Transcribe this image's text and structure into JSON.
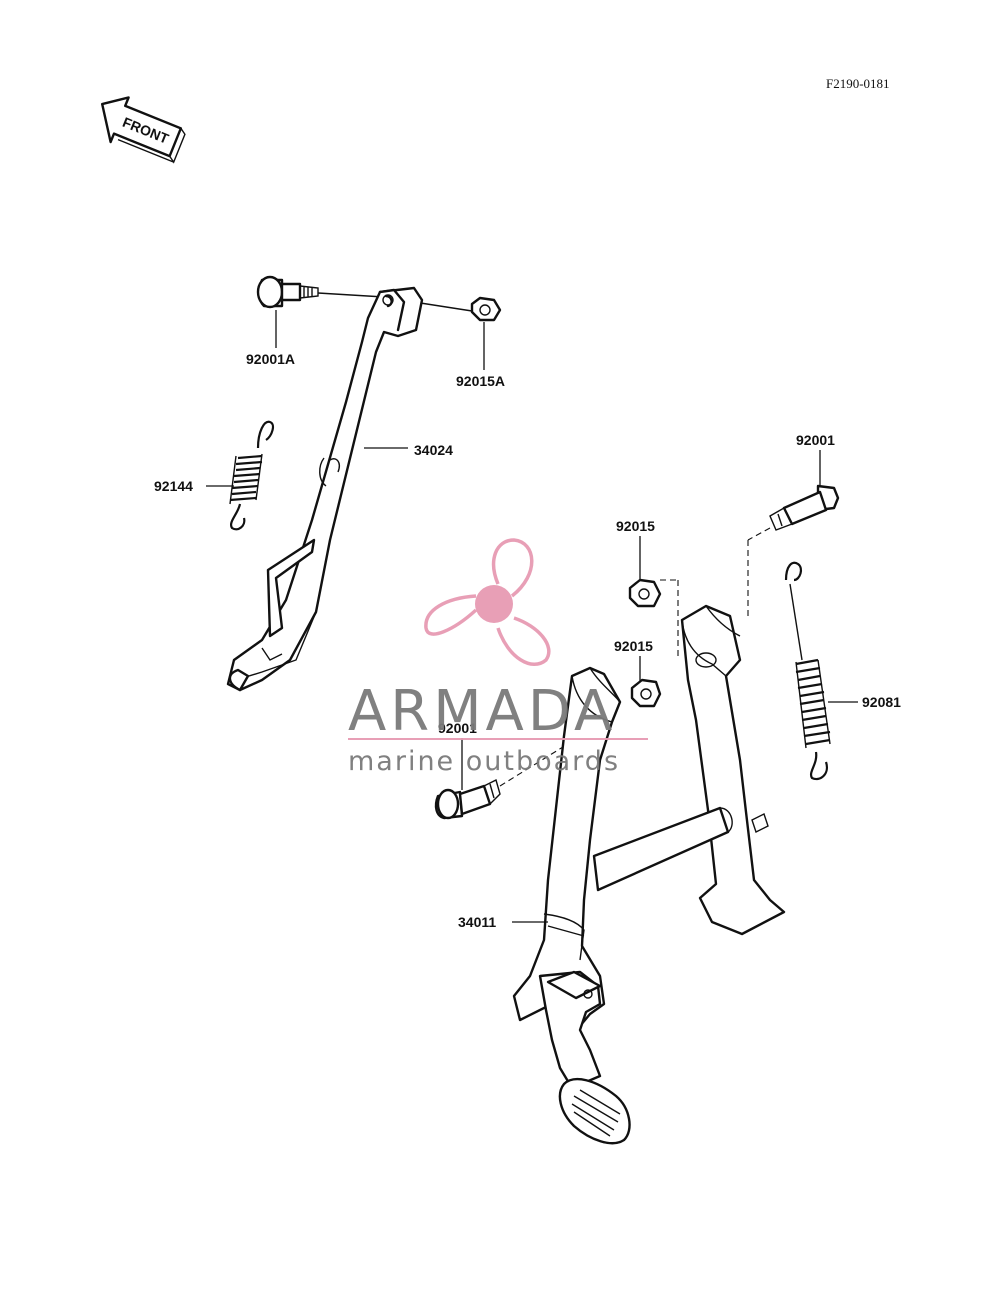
{
  "diagram_code": "F2190-0181",
  "front_arrow_label": "FRONT",
  "watermark": {
    "brand": "ARMADA",
    "tagline": "marine outboards",
    "accent_color": "#e79ab3",
    "text_color": "#7a7a7a"
  },
  "parts": {
    "bolt_side": "92001A",
    "nut_side": "92015A",
    "side_stand": "34024",
    "spring_side": "92144",
    "bolt_center_right": "92001",
    "nut_center_upper": "92015",
    "nut_center_lower": "92015",
    "spring_center": "92081",
    "bolt_center_left": "92001",
    "center_stand": "34011"
  }
}
